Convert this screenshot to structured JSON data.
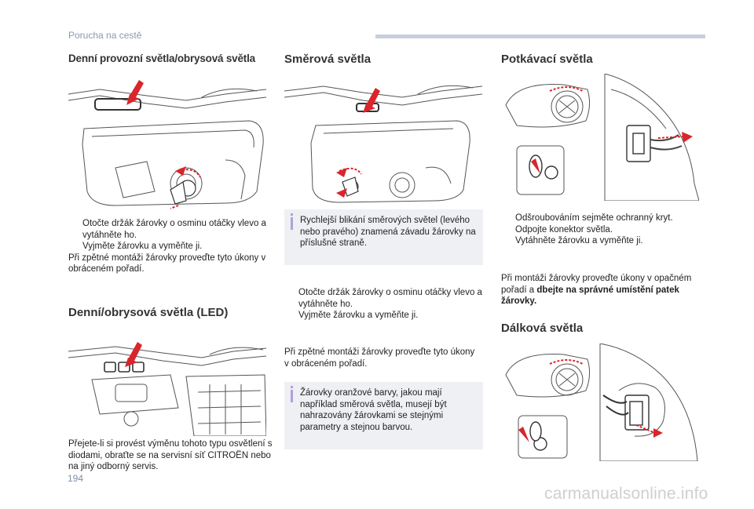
{
  "header": {
    "section": "Porucha na cestě"
  },
  "col1": {
    "title": "Denní provozní světla/obrysová světla",
    "steps": [
      "Otočte držák žárovky o osminu otáčky vlevo a vytáhněte ho.",
      "Vyjměte žárovku a vyměňte ji."
    ],
    "para": "Při zpětné montáži žárovky proveďte tyto úkony v obráceném pořadí.",
    "led_title": "Denní/obrysová světla (LED)",
    "led_para": "Přejete-li si provést výměnu tohoto typu osvětlení s diodami, obraťte se na servisní síť CITROËN nebo na jiný odborný servis."
  },
  "col2": {
    "title": "Směrová světla",
    "note1": "Rychlejší blikání směrových světel (levého nebo pravého) znamená závadu žárovky na příslušné straně.",
    "steps": [
      "Otočte držák žárovky o osminu otáčky vlevo a vytáhněte ho.",
      "Vyjměte žárovku a vyměňte ji."
    ],
    "para": "Při zpětné montáži žárovky proveďte tyto úkony v obráceném pořadí.",
    "note2": "Žárovky oranžové barvy, jakou mají například směrová světla, musejí být nahrazovány žárovkami se stejnými parametry a stejnou barvou."
  },
  "col3": {
    "title": "Potkávací světla",
    "steps": [
      "Odšroubováním sejměte ochranný kryt.",
      "Odpojte konektor světla.",
      "Vytáhněte žárovku a vyměňte ji."
    ],
    "para_normal": "Při montáži žárovky proveďte úkony v opačném pořadí a ",
    "para_bold": "dbejte na správné umístění patek žárovky.",
    "high_title": "Dálková světla"
  },
  "bullet_symbol": "",
  "page_number": "194",
  "watermark": "carmanualsonline.info",
  "colors": {
    "accent_red": "#d8262c",
    "note_bg": "#eef0f3",
    "note_bar": "#b2a0d8",
    "header_bar": "#c7cfdd"
  }
}
